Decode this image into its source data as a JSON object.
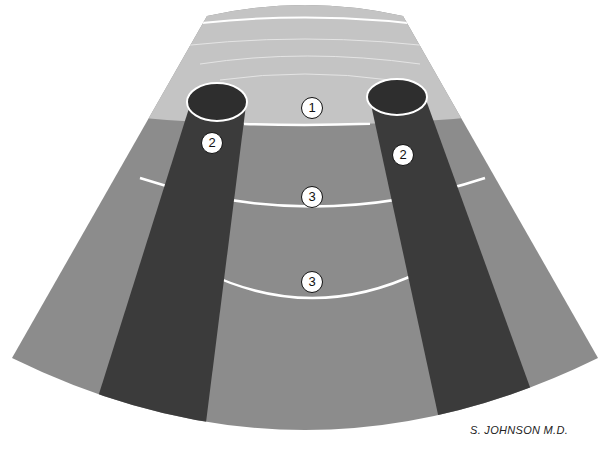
{
  "diagram": {
    "labels": [
      "1",
      "2",
      "2",
      "3",
      "3",
      "S. JOHNSON M.D."
    ]
  }
}
